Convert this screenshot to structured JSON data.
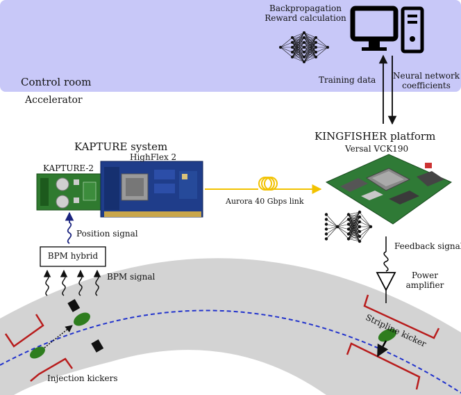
{
  "labels": {
    "control_room": "Control room",
    "accelerator": "Accelerator",
    "backprop_line1": "Backpropagation",
    "backprop_line2": "Reward calculation",
    "training_data": "Training data",
    "nn_coeff_line1": "Neural network",
    "nn_coeff_line2": "coefficients",
    "kingfisher_title": "KINGFISHER platform",
    "versal": "Versal VCK190",
    "kapture_system": "KAPTURE system",
    "highflex": "HighFlex 2",
    "kapture2": "KAPTURE-2",
    "aurora": "Aurora 40 Gbps link",
    "position_signal": "Position signal",
    "bpm_hybrid": "BPM hybrid",
    "bpm_signal": "BPM signal",
    "feedback_signal": "Feedback signal",
    "power_line1": "Power",
    "power_line2": "amplifier",
    "stripline_kicker": "Stripline kicker",
    "injection_kickers": "Injection kickers"
  },
  "colors": {
    "control_room_bg": "#c8c8f8",
    "beam_pipe": "#d0d0d0",
    "beam_orbit": "#2233cc",
    "kicker": "#b81c1c",
    "bunch": "#2e7d1e",
    "fiber": "#f2c200",
    "signal_arrow": "#1a237e"
  },
  "icons": {
    "computer": "desktop-computer-icon",
    "network": "neural-network-icon",
    "amplifier": "amplifier-triangle-icon"
  }
}
